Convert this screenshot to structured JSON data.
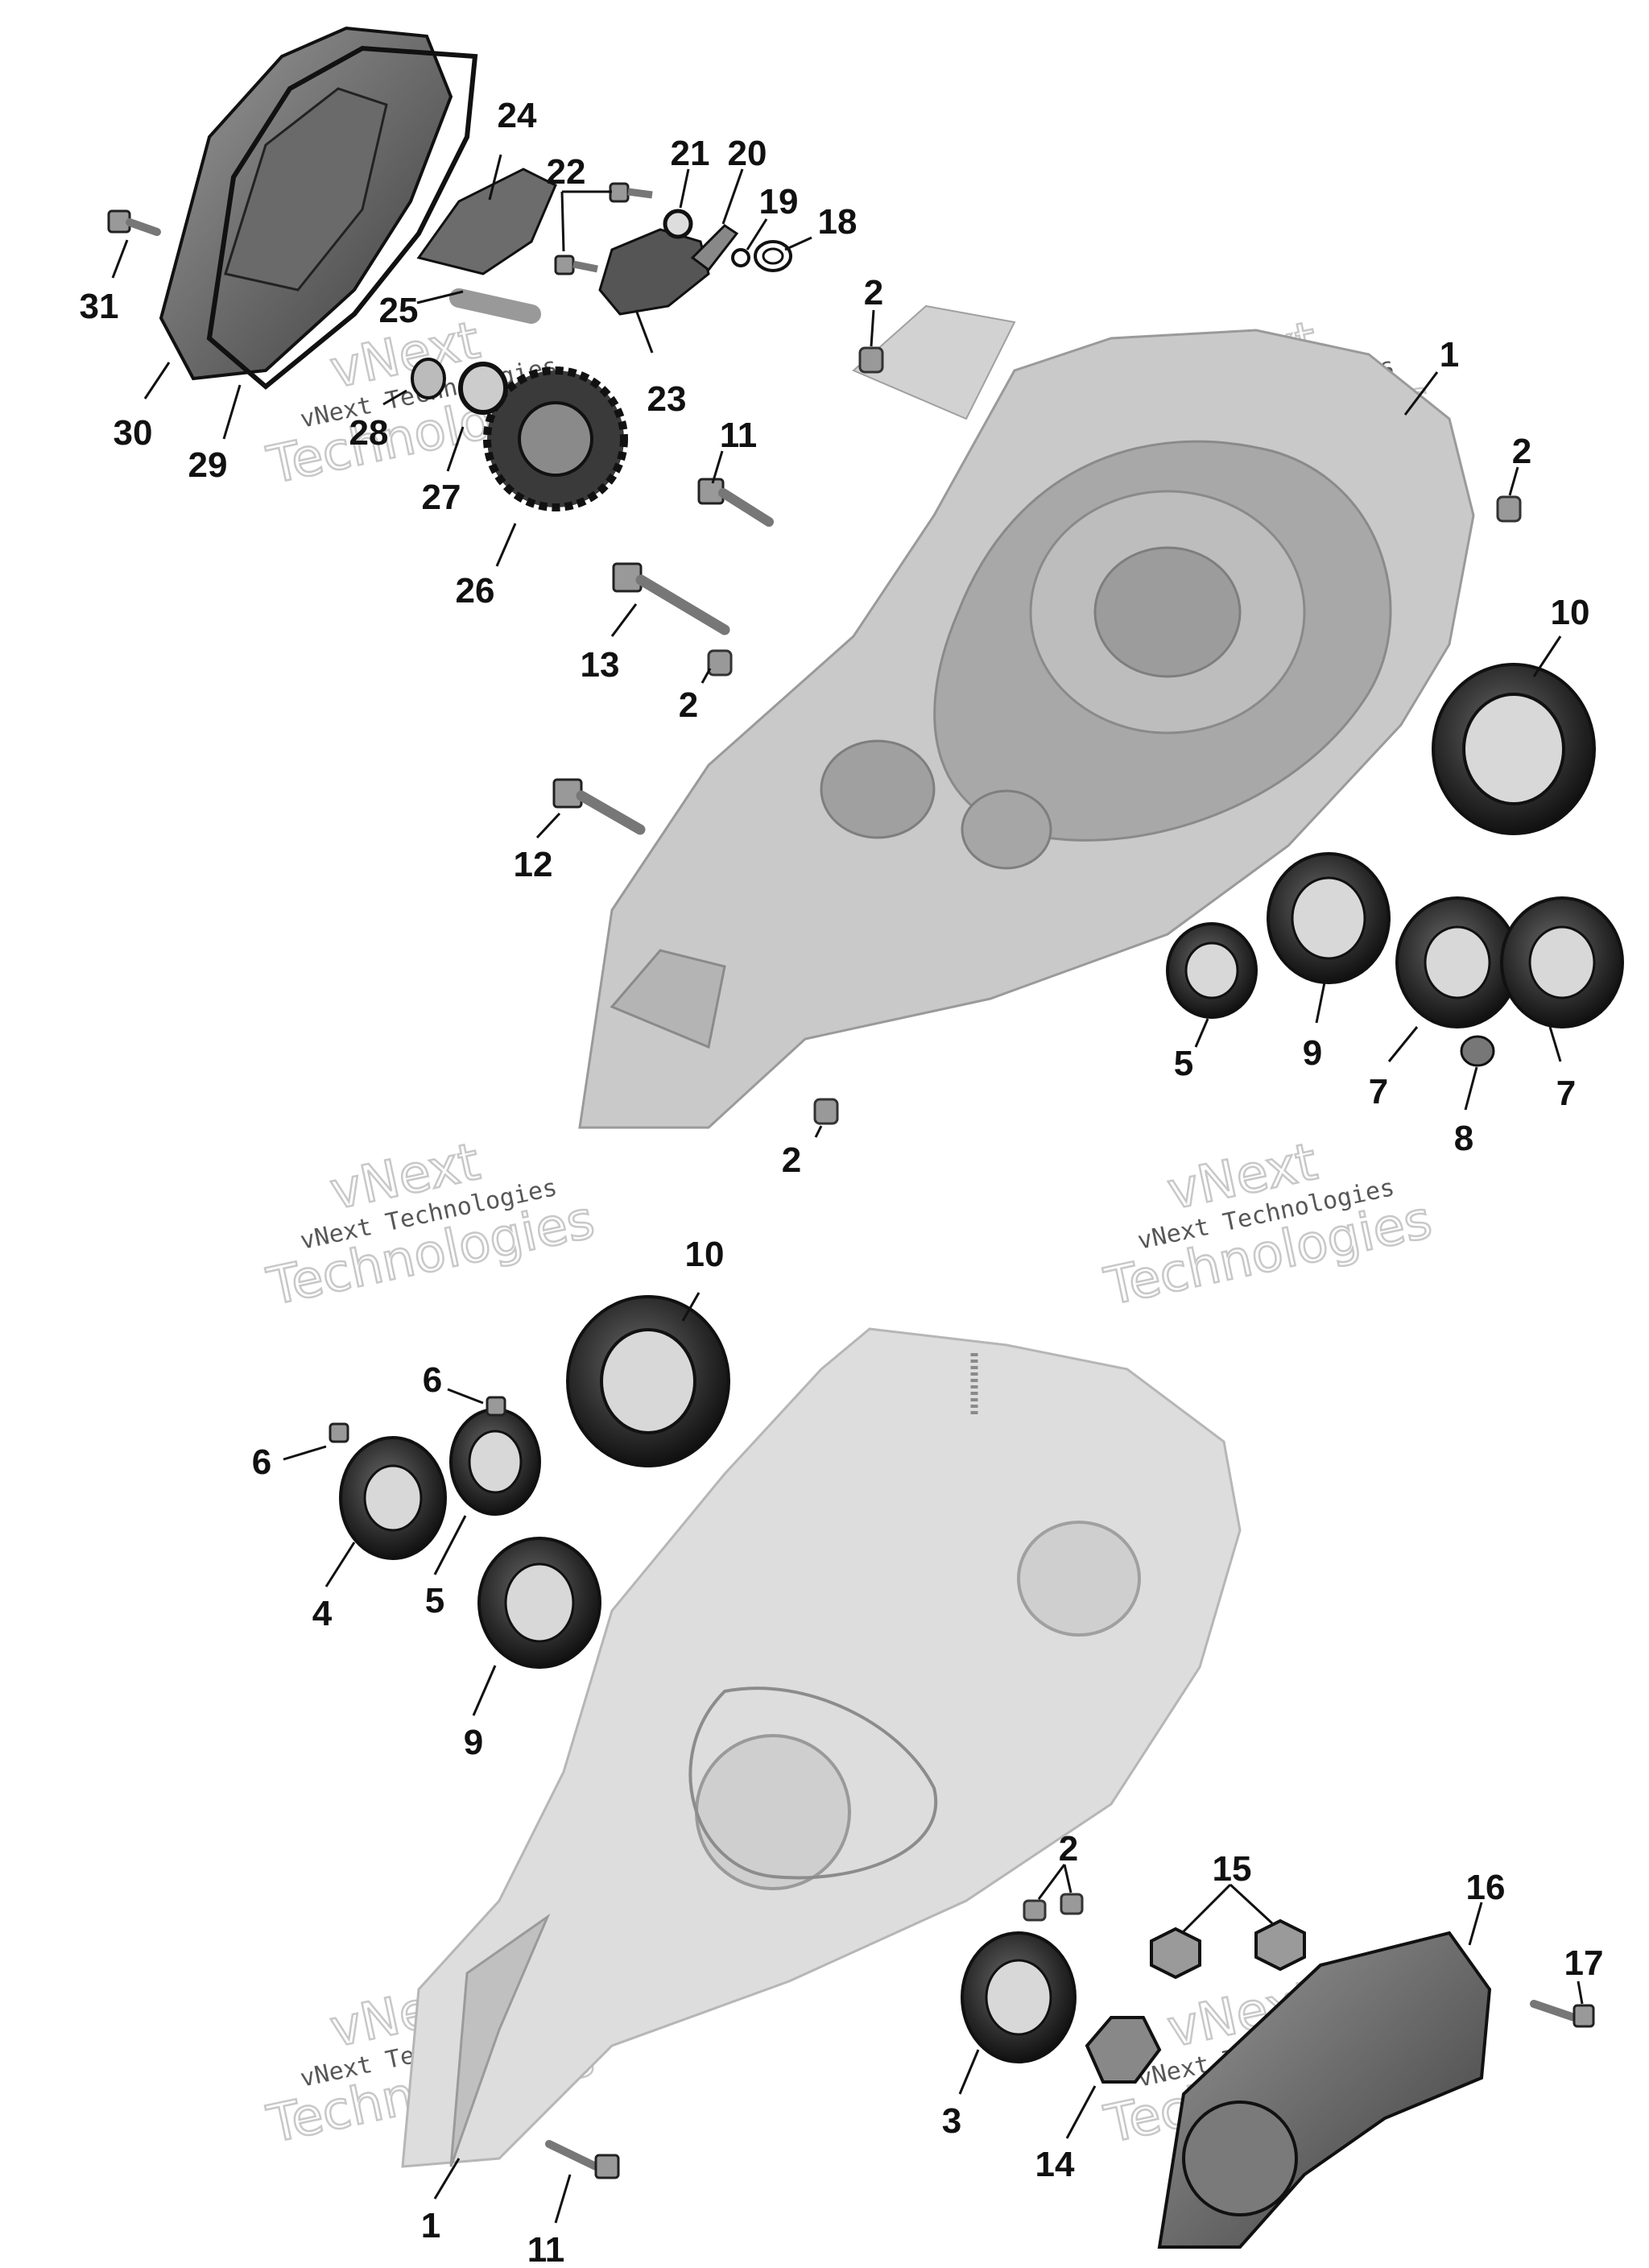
{
  "watermark": {
    "line1": "vNext",
    "line2": "vNext Technologies",
    "line3": "Technologies"
  },
  "colors": {
    "housing": "#c6c6c6",
    "housing_dark": "#8e8e8e",
    "bearing": "#2e2e2e",
    "outline": "#111111",
    "background": "#ffffff"
  },
  "callouts": {
    "c1_top": "1",
    "c2_a": "2",
    "c2_b": "2",
    "c2_c": "2",
    "c2_d": "2",
    "c10_top": "10",
    "c5_top": "5",
    "c9_top": "9",
    "c7_a": "7",
    "c8": "8",
    "c7_b": "7",
    "c12": "12",
    "c13": "13",
    "c11_top": "11",
    "c26": "26",
    "c27": "27",
    "c28": "28",
    "c29": "29",
    "c30": "30",
    "c31": "31",
    "c25": "25",
    "c24": "24",
    "c22": "22",
    "c21": "21",
    "c20": "20",
    "c19": "19",
    "c18": "18",
    "c23": "23",
    "c10_bot": "10",
    "c6_a": "6",
    "c6_b": "6",
    "c4": "4",
    "c5_bot": "5",
    "c9_bot": "9",
    "c2_e": "2",
    "c15": "15",
    "c16": "16",
    "c17": "17",
    "c3": "3",
    "c14": "14",
    "c1_bot": "1",
    "c11_bot": "11"
  }
}
